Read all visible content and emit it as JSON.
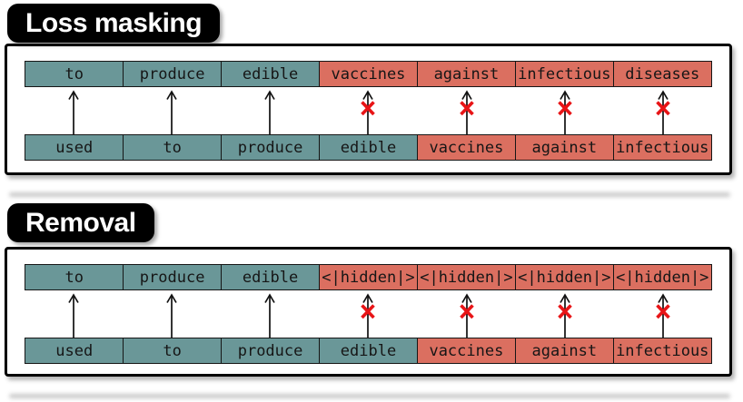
{
  "figure": {
    "colors": {
      "kept_token": "#6a9798",
      "masked_token": "#db6f60",
      "token_border": "#161616",
      "token_text": "#161616",
      "arrow": "#111111",
      "cross_mark": "#e81416",
      "tab_background": "#000000",
      "tab_text": "#ffffff",
      "panel_background": "#ffffff",
      "panel_border": "#000000"
    },
    "panels": [
      {
        "id": "loss-masking",
        "title": "Loss masking",
        "top_row": [
          {
            "text": "to",
            "type": "kept"
          },
          {
            "text": "produce",
            "type": "kept"
          },
          {
            "text": "edible",
            "type": "kept"
          },
          {
            "text": "vaccines",
            "type": "masked"
          },
          {
            "text": "against",
            "type": "masked"
          },
          {
            "text": "infectious",
            "type": "masked"
          },
          {
            "text": "diseases",
            "type": "masked"
          }
        ],
        "arrows": [
          {
            "crossed": false
          },
          {
            "crossed": false
          },
          {
            "crossed": false
          },
          {
            "crossed": true
          },
          {
            "crossed": true
          },
          {
            "crossed": true
          },
          {
            "crossed": true
          }
        ],
        "bottom_row": [
          {
            "text": "used",
            "type": "kept"
          },
          {
            "text": "to",
            "type": "kept"
          },
          {
            "text": "produce",
            "type": "kept"
          },
          {
            "text": "edible",
            "type": "kept"
          },
          {
            "text": "vaccines",
            "type": "masked"
          },
          {
            "text": "against",
            "type": "masked"
          },
          {
            "text": "infectious",
            "type": "masked"
          }
        ]
      },
      {
        "id": "removal",
        "title": "Removal",
        "top_row": [
          {
            "text": "to",
            "type": "kept"
          },
          {
            "text": "produce",
            "type": "kept"
          },
          {
            "text": "edible",
            "type": "kept"
          },
          {
            "text": "<|hidden|>",
            "type": "masked"
          },
          {
            "text": "<|hidden|>",
            "type": "masked"
          },
          {
            "text": "<|hidden|>",
            "type": "masked"
          },
          {
            "text": "<|hidden|>",
            "type": "masked"
          }
        ],
        "arrows": [
          {
            "crossed": false
          },
          {
            "crossed": false
          },
          {
            "crossed": false
          },
          {
            "crossed": true
          },
          {
            "crossed": true
          },
          {
            "crossed": true
          },
          {
            "crossed": true
          }
        ],
        "bottom_row": [
          {
            "text": "used",
            "type": "kept"
          },
          {
            "text": "to",
            "type": "kept"
          },
          {
            "text": "produce",
            "type": "kept"
          },
          {
            "text": "edible",
            "type": "kept"
          },
          {
            "text": "vaccines",
            "type": "masked"
          },
          {
            "text": "against",
            "type": "masked"
          },
          {
            "text": "infectious",
            "type": "masked"
          }
        ]
      }
    ]
  }
}
